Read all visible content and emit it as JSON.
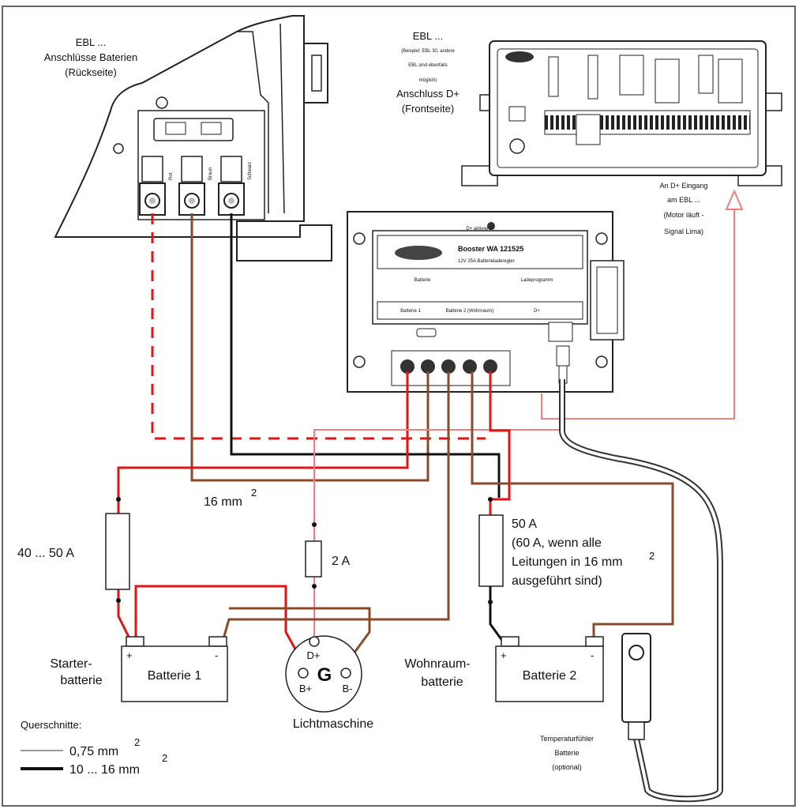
{
  "ebl_back": {
    "line1": "EBL ...",
    "line2": "Anschlüsse Baterien",
    "line3": "(Rückseite)",
    "terminal_labels": [
      "Rot",
      "Braun",
      "Schwarz"
    ]
  },
  "ebl_front": {
    "line1": "EBL ...",
    "note1": "(Beispiel: EBL 30, andere",
    "note2": "EBL sind ebenfalls",
    "note3": "möglich)",
    "line2": "Anschluss D+",
    "line3": "(Frontseite)"
  },
  "d_plus_input": {
    "line1": "An D+ Eingang",
    "line2": "am EBL ...",
    "line3": "(Motor läuft -",
    "line4": "Signal Lima)"
  },
  "booster": {
    "name": "Booster WA 121525",
    "sub": "12V 25A Batterieladeregler",
    "top_label": "D+ aktivieren",
    "sec_left": "Batterie",
    "sec_right": "Ladeprogramm",
    "row_labels": [
      "Batterie 1",
      "Batterie 2 (Wohnraum)",
      "D+"
    ]
  },
  "fuses": {
    "left": "40 ... 50 A",
    "mid": "2 A",
    "right_line1": "50 A",
    "right_line2": "(60 A, wenn alle",
    "right_line3": "Leitungen in 16 mm",
    "right_line3_sup": "2",
    "right_line4": "ausgeführt sind)"
  },
  "cable": {
    "label": "16 mm",
    "sup": "2"
  },
  "battery1": {
    "label": "Batterie 1",
    "plus": "+",
    "minus": "-",
    "caption1": "Starter-",
    "caption2": "batterie"
  },
  "battery2": {
    "label": "Batterie 2",
    "plus": "+",
    "minus": "-",
    "caption1": "Wohnraum-",
    "caption2": "batterie"
  },
  "alternator": {
    "symbol": "G",
    "d_plus": "D+",
    "b_plus": "B+",
    "b_minus": "B-",
    "caption": "Lichtmaschine"
  },
  "sensor": {
    "line1": "Temperaturfühler",
    "line2": "Batterie",
    "line3": "(optional)"
  },
  "legend": {
    "title": "Querschnitte:",
    "thin_label": "0,75 mm",
    "thin_sup": "2",
    "thick_label": "10 ... 16 mm",
    "thick_sup": "2"
  },
  "colors": {
    "red": "#e01515",
    "light_red": "#f08080",
    "brown": "#8b4a2b",
    "black": "#111111",
    "grey": "#9a9a9a"
  }
}
